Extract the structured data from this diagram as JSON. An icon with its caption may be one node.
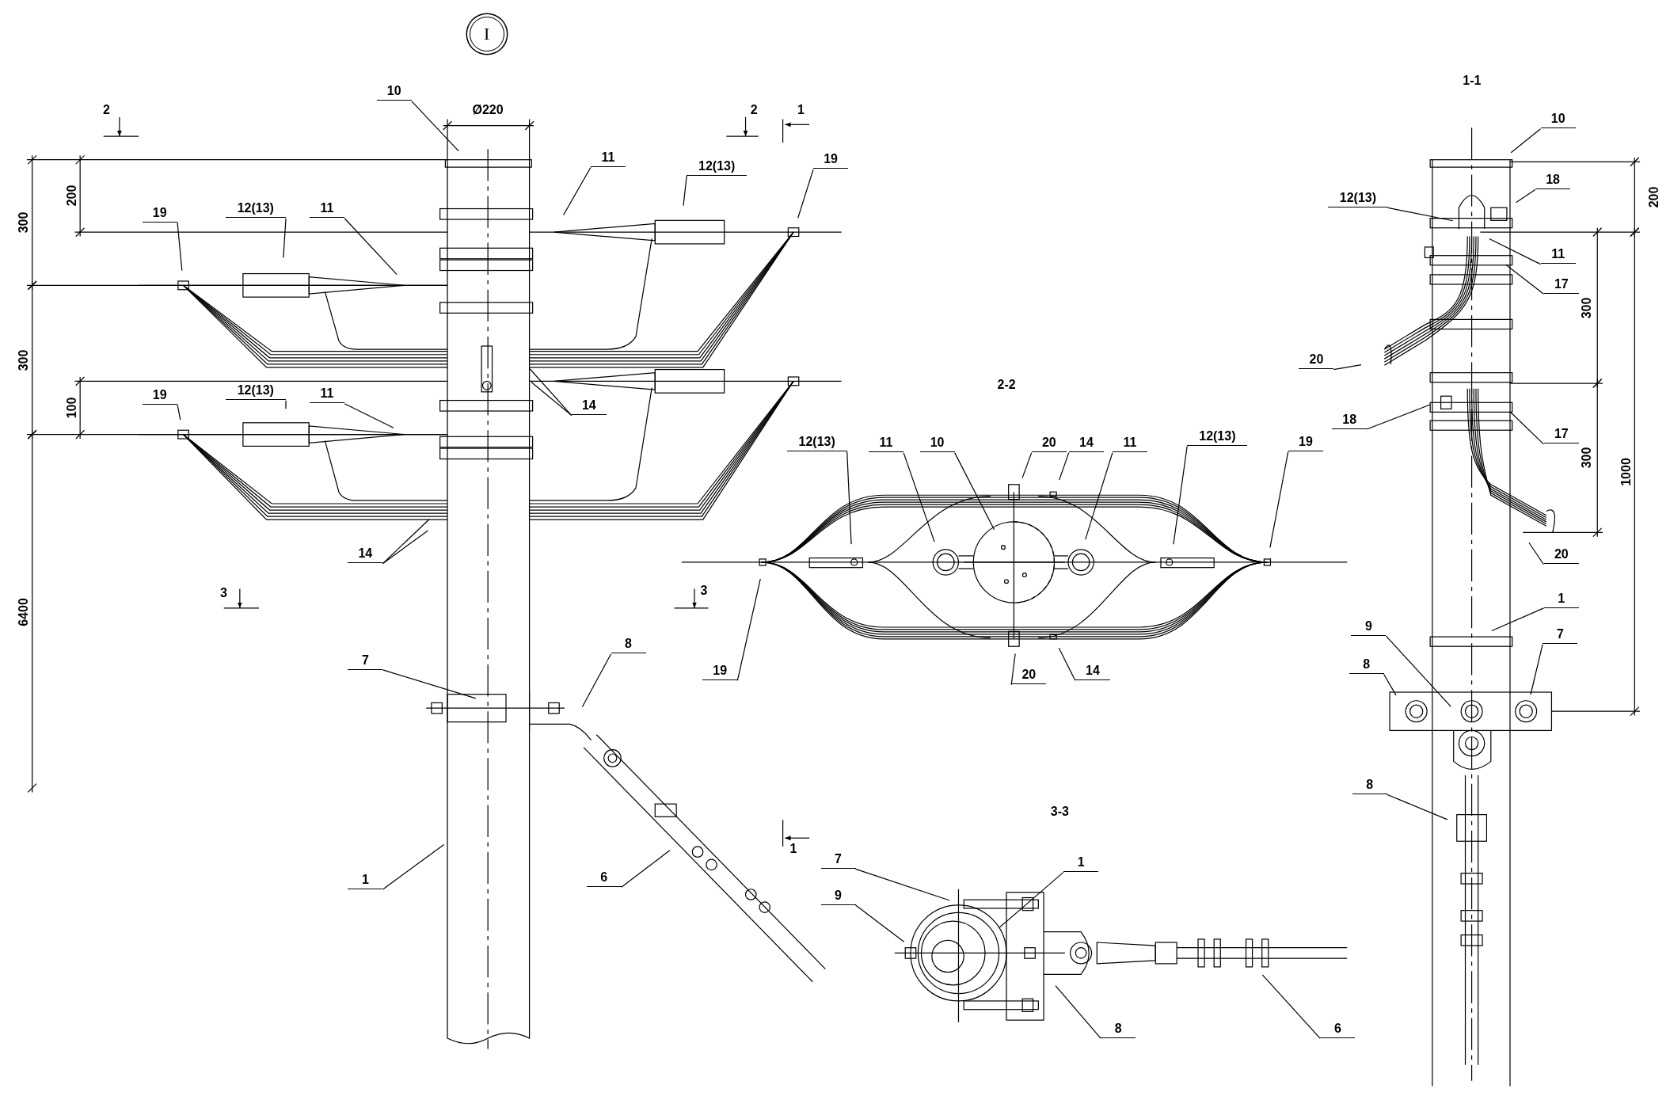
{
  "diagram": {
    "nodes": [
      {
        "text": [
          "10"
        ]
      },
      {
        "text": [
          "11"
        ]
      },
      {
        "text": [
          "12(13)"
        ]
      },
      {
        "text": [
          "19"
        ]
      },
      {
        "text": [
          "19"
        ]
      },
      {
        "text": [
          "12(13)"
        ]
      },
      {
        "text": [
          "11"
        ]
      },
      {
        "text": [
          "19"
        ]
      },
      {
        "text": [
          "12(13)"
        ]
      },
      {
        "text": [
          "11"
        ]
      },
      {
        "text": [
          "14"
        ]
      },
      {
        "text": [
          "14"
        ]
      },
      {
        "text": [
          "7"
        ]
      },
      {
        "text": [
          "8"
        ]
      },
      {
        "text": [
          "6"
        ]
      },
      {
        "text": [
          "1"
        ]
      },
      {
        "text": [
          "12(13)"
        ]
      },
      {
        "text": [
          "11"
        ]
      },
      {
        "text": [
          "10"
        ]
      },
      {
        "text": [
          "20"
        ]
      },
      {
        "text": [
          "14"
        ]
      },
      {
        "text": [
          "11"
        ]
      },
      {
        "text": [
          "12(13)"
        ]
      },
      {
        "text": [
          "19"
        ]
      },
      {
        "text": [
          "19"
        ]
      },
      {
        "text": [
          "20"
        ]
      },
      {
        "text": [
          "14"
        ]
      },
      {
        "text": [
          "10"
        ]
      },
      {
        "text": [
          "18"
        ]
      },
      {
        "text": [
          "12(13)"
        ]
      },
      {
        "text": [
          "11"
        ]
      },
      {
        "text": [
          "17"
        ]
      },
      {
        "text": [
          "20"
        ]
      },
      {
        "text": [
          "18"
        ]
      },
      {
        "text": [
          "17"
        ]
      },
      {
        "text": [
          "20"
        ]
      },
      {
        "text": [
          "1"
        ]
      },
      {
        "text": [
          "9"
        ]
      },
      {
        "text": [
          "7"
        ]
      },
      {
        "text": [
          "8"
        ]
      },
      {
        "text": [
          "8"
        ]
      },
      {
        "text": [
          "7"
        ]
      },
      {
        "text": [
          "1"
        ]
      },
      {
        "text": [
          "9"
        ]
      },
      {
        "text": [
          "8"
        ]
      },
      {
        "text": [
          "6"
        ]
      }
    ],
    "edges": [
      {
        "from": 0,
        "to": null,
        "arrow": "none"
      },
      {
        "from": 1,
        "to": null,
        "arrow": "none"
      },
      {
        "from": 2,
        "to": null,
        "arrow": "none"
      },
      {
        "from": 3,
        "to": null,
        "arrow": "none"
      },
      {
        "from": 4,
        "to": null,
        "arrow": "none"
      },
      {
        "from": 5,
        "to": null,
        "arrow": "none"
      },
      {
        "from": 6,
        "to": null,
        "arrow": "none"
      },
      {
        "from": 7,
        "to": null,
        "arrow": "none"
      },
      {
        "from": 8,
        "to": null,
        "arrow": "none"
      },
      {
        "from": 9,
        "to": null,
        "arrow": "none"
      },
      {
        "from": 10,
        "to": null,
        "arrow": "none"
      },
      {
        "from": 10,
        "to": null,
        "arrow": "none"
      },
      {
        "from": 11,
        "to": null,
        "arrow": "none"
      },
      {
        "from": 11,
        "to": null,
        "arrow": "none"
      },
      {
        "from": 12,
        "to": null,
        "arrow": "none"
      },
      {
        "from": 13,
        "to": null,
        "arrow": "none"
      },
      {
        "from": 14,
        "to": null,
        "arrow": "none"
      },
      {
        "from": 15,
        "to": null,
        "arrow": "none"
      },
      {
        "from": 16,
        "to": null,
        "arrow": "none"
      },
      {
        "from": 17,
        "to": null,
        "arrow": "none"
      },
      {
        "from": 18,
        "to": null,
        "arrow": "none"
      },
      {
        "from": 19,
        "to": null,
        "arrow": "none"
      },
      {
        "from": 20,
        "to": null,
        "arrow": "none"
      },
      {
        "from": 21,
        "to": null,
        "arrow": "none"
      },
      {
        "from": 22,
        "to": null,
        "arrow": "none"
      },
      {
        "from": 23,
        "to": null,
        "arrow": "none"
      },
      {
        "from": 24,
        "to": null,
        "arrow": "none"
      },
      {
        "from": 25,
        "to": null,
        "arrow": "none"
      },
      {
        "from": 26,
        "to": null,
        "arrow": "none"
      },
      {
        "from": 27,
        "to": null,
        "arrow": "none"
      },
      {
        "from": 28,
        "to": null,
        "arrow": "none"
      },
      {
        "from": 29,
        "to": null,
        "arrow": "none"
      },
      {
        "from": 30,
        "to": null,
        "arrow": "none"
      },
      {
        "from": 31,
        "to": null,
        "arrow": "none"
      },
      {
        "from": 32,
        "to": null,
        "arrow": "none"
      },
      {
        "from": 33,
        "to": null,
        "arrow": "none"
      },
      {
        "from": 34,
        "to": null,
        "arrow": "none"
      },
      {
        "from": 35,
        "to": null,
        "arrow": "none"
      },
      {
        "from": 36,
        "to": null,
        "arrow": "none"
      },
      {
        "from": 37,
        "to": null,
        "arrow": "none"
      },
      {
        "from": 38,
        "to": null,
        "arrow": "none"
      },
      {
        "from": 39,
        "to": null,
        "arrow": "none"
      },
      {
        "from": 40,
        "to": null,
        "arrow": "none"
      },
      {
        "from": 41,
        "to": null,
        "arrow": "none"
      },
      {
        "from": 42,
        "to": null,
        "arrow": "none"
      },
      {
        "from": 43,
        "to": null,
        "arrow": "none"
      },
      {
        "from": 44,
        "to": null,
        "arrow": "none"
      },
      {
        "from": 45,
        "to": null,
        "arrow": "none"
      }
    ],
    "labels": [
      "I",
      "2",
      "Ø220",
      "2",
      "1",
      "1-1",
      "300",
      "200",
      "200",
      "300",
      "2-2",
      "100",
      "300",
      "300",
      "1000",
      "3",
      "3",
      "6400",
      "1",
      "3-3"
    ]
  }
}
